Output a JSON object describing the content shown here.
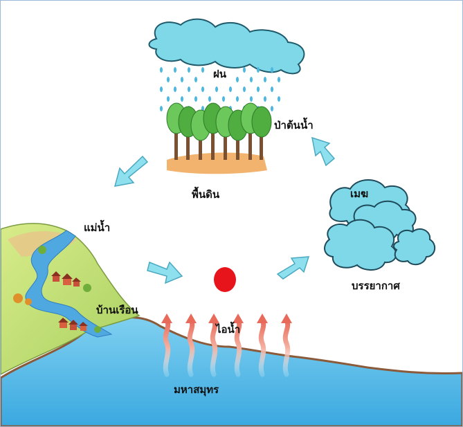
{
  "labels": {
    "rain": "ฝน",
    "forest": "ป่าต้นน้ำ",
    "soil": "พื้นดิน",
    "river": "แม่น้ำ",
    "cloud": "เมฆ",
    "atmosphere": "บรรยากาศ",
    "houses": "บ้านเรือน",
    "vapor": "ไอน้ำ",
    "ocean": "มหาสมุทร"
  },
  "colors": {
    "cloud": "#7fd8e8",
    "arrow": "#8ee0ee",
    "sun": "#e8141c",
    "ocean": "#5cc0e8",
    "land": "#c8e070",
    "river": "#4fa8e0",
    "tree": "#5cbd4a",
    "soil": "#f2b36e"
  },
  "icons": [
    "rain-cloud-icon",
    "forest-icon",
    "sun-icon",
    "cloud-icon",
    "arrow-icon",
    "vapor-arrow-icon",
    "village-icon"
  ]
}
